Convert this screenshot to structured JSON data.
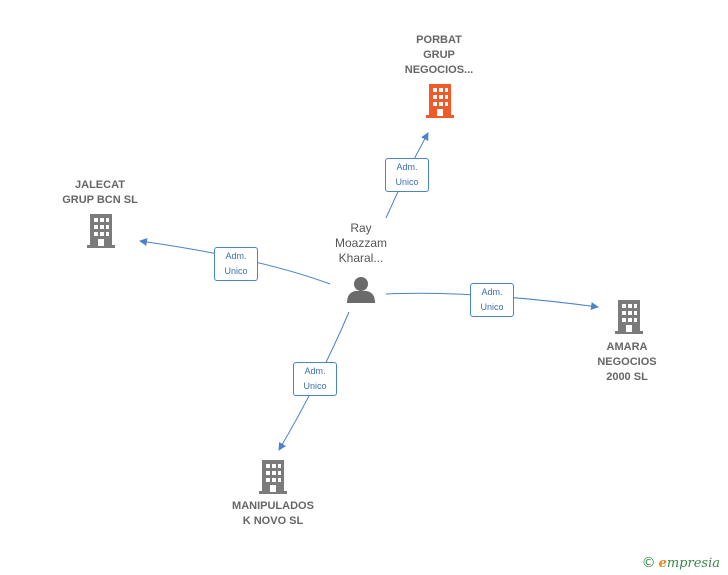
{
  "colors": {
    "edge": "#4a84c9",
    "company": "#7b7b7b",
    "company_highlight": "#f05a28",
    "person": "#6b6b6b"
  },
  "center": {
    "name": "Ray\nMoazzam\nKharal...",
    "icon": "person-icon"
  },
  "companies": [
    {
      "id": "porbat",
      "name": "PORBAT\nGRUP\nNEGOCIOS...",
      "icon": "building-icon",
      "highlight": true
    },
    {
      "id": "jalecat",
      "name": "JALECAT\nGRUP BCN  SL",
      "icon": "building-icon",
      "highlight": false
    },
    {
      "id": "amara",
      "name": "AMARA\nNEGOCIOS\n2000  SL",
      "icon": "building-icon",
      "highlight": false
    },
    {
      "id": "manipulados",
      "name": "MANIPULADOS\nK NOVO SL",
      "icon": "building-icon",
      "highlight": false
    }
  ],
  "edges": [
    {
      "to": "porbat",
      "line1": "Adm.",
      "line2": "Unico"
    },
    {
      "to": "jalecat",
      "line1": "Adm.",
      "line2": "Unico"
    },
    {
      "to": "amara",
      "line1": "Adm.",
      "line2": "Unico"
    },
    {
      "to": "manipulados",
      "line1": "Adm.",
      "line2": "Unico"
    }
  ],
  "brand": {
    "copyright": "©",
    "initial": "e",
    "rest": "mpresia"
  }
}
